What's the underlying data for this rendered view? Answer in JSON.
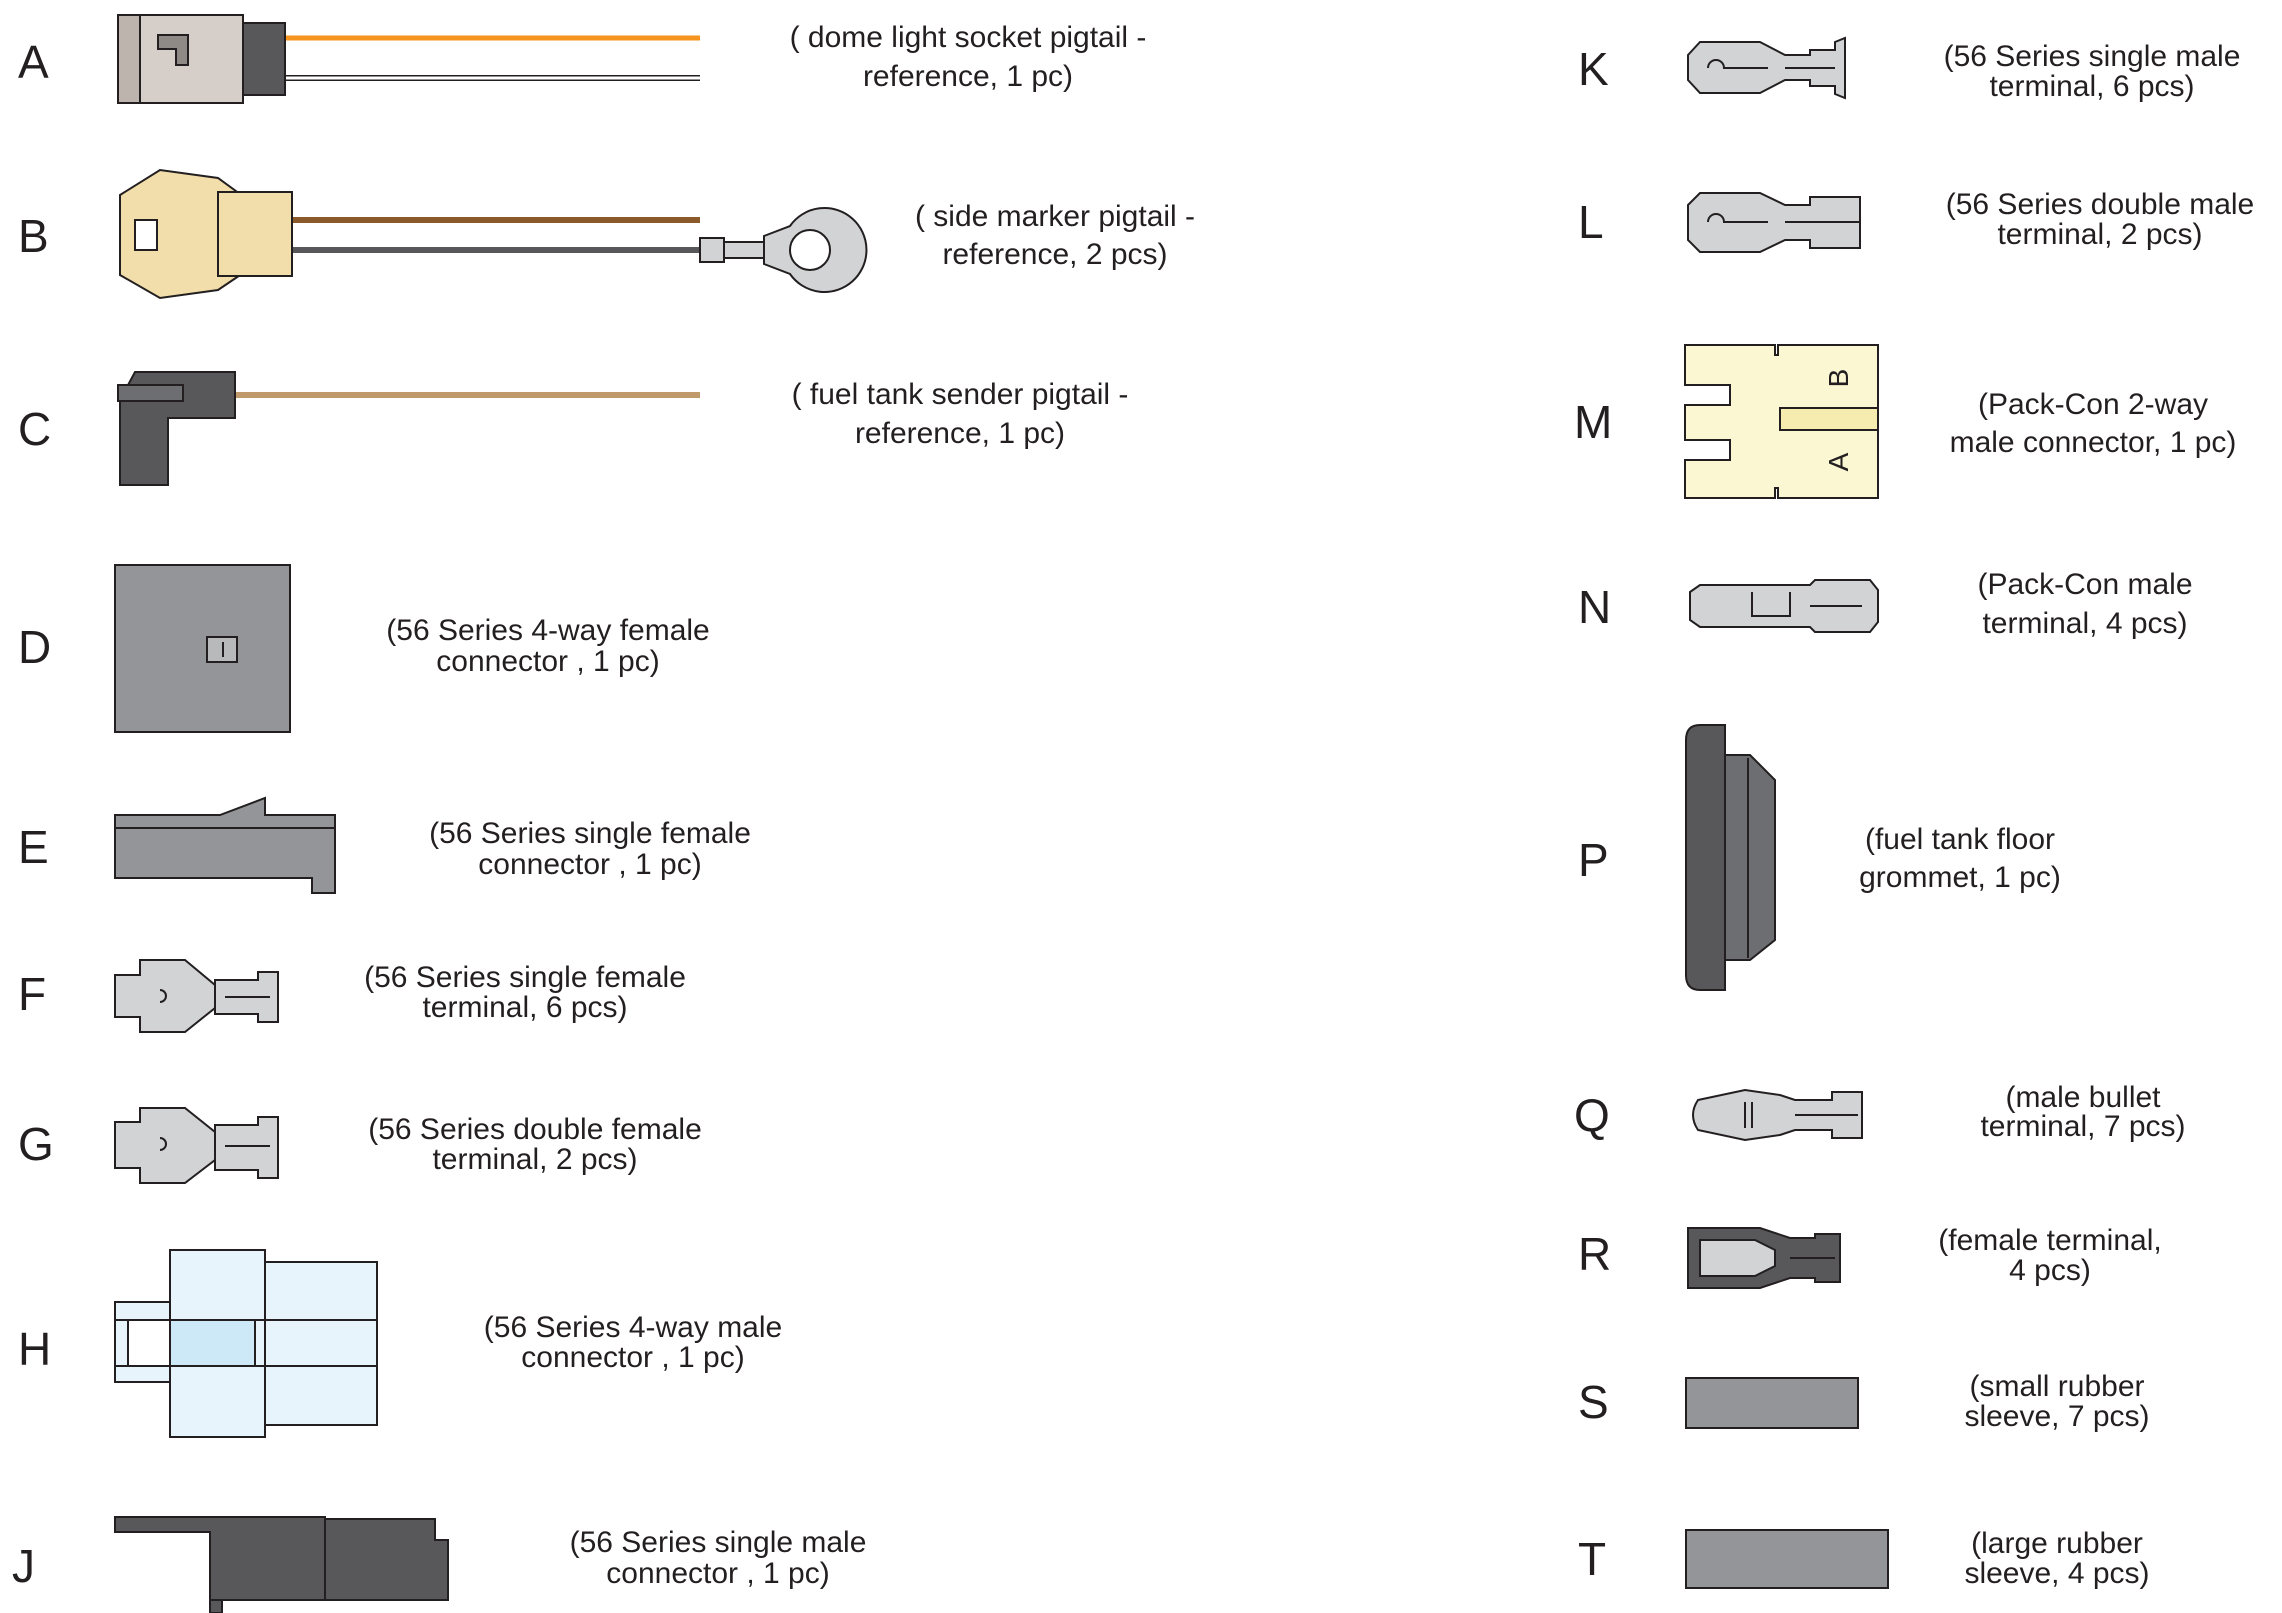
{
  "parts": [
    {
      "letter": "A",
      "line1": "( dome light socket pigtail -",
      "line2": "reference, 1 pc)"
    },
    {
      "letter": "B",
      "line1": "( side marker pigtail -",
      "line2": "reference, 2 pcs)"
    },
    {
      "letter": "C",
      "line1": "( fuel tank sender pigtail -",
      "line2": "reference, 1 pc)"
    },
    {
      "letter": "D",
      "line1": "(56 Series 4-way female",
      "line2": "connector , 1 pc)"
    },
    {
      "letter": "E",
      "line1": "(56 Series single female",
      "line2": "connector , 1 pc)"
    },
    {
      "letter": "F",
      "line1": "(56 Series single female",
      "line2": "terminal, 6 pcs)"
    },
    {
      "letter": "G",
      "line1": "(56 Series double female",
      "line2": "terminal, 2 pcs)"
    },
    {
      "letter": "H",
      "line1": "(56 Series 4-way male",
      "line2": "connector , 1 pc)"
    },
    {
      "letter": "J",
      "line1": "(56 Series single male",
      "line2": "connector , 1 pc)"
    },
    {
      "letter": "K",
      "line1": "(56 Series single male",
      "line2": "terminal, 6 pcs)"
    },
    {
      "letter": "L",
      "line1": "(56 Series double male",
      "line2": "terminal, 2 pcs)"
    },
    {
      "letter": "M",
      "line1": "(Pack-Con 2-way",
      "line2": "male connector, 1 pc)"
    },
    {
      "letter": "N",
      "line1": "(Pack-Con male",
      "line2": "terminal, 4 pcs)"
    },
    {
      "letter": "P",
      "line1": "(fuel tank floor",
      "line2": "grommet, 1 pc)"
    },
    {
      "letter": "Q",
      "line1": "(male bullet",
      "line2": "terminal, 7 pcs)"
    },
    {
      "letter": "R",
      "line1": "(female terminal,",
      "line2": "4 pcs)"
    },
    {
      "letter": "S",
      "line1": "(small rubber",
      "line2": "sleeve, 7 pcs)"
    },
    {
      "letter": "T",
      "line1": "(large rubber",
      "line2": "sleeve, 4 pcs)"
    }
  ],
  "connector_m_pins": {
    "pin_a": "A",
    "pin_b": "B"
  },
  "colors": {
    "dark_gray": "#58585a",
    "mid_gray": "#939598",
    "light_gray": "#d1d3d4",
    "tan": "#f2deaa",
    "cream": "#fbf7d3",
    "light_blue": "#e8f4fb",
    "blue": "#cde9f8",
    "orange_wire": "#f7941d",
    "brown_wire": "#8b5a2b",
    "tan_wire": "#c19a6b"
  }
}
